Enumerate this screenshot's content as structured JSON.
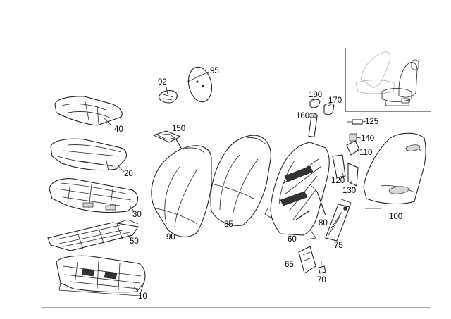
{
  "diagram": {
    "callouts": {
      "p10": "10",
      "p20": "20",
      "p30": "30",
      "p40": "40",
      "p50": "50",
      "p60": "60",
      "p65": "65",
      "p70": "70",
      "p75": "75",
      "p80": "80",
      "p85": "85",
      "p90": "90",
      "p92": "92",
      "p95": "95",
      "p100": "100",
      "p110": "110",
      "p120": "120",
      "p125": "125",
      "p130": "130",
      "p140": "140",
      "p150": "150",
      "p160": "160",
      "p170": "170",
      "p180": "180"
    }
  }
}
